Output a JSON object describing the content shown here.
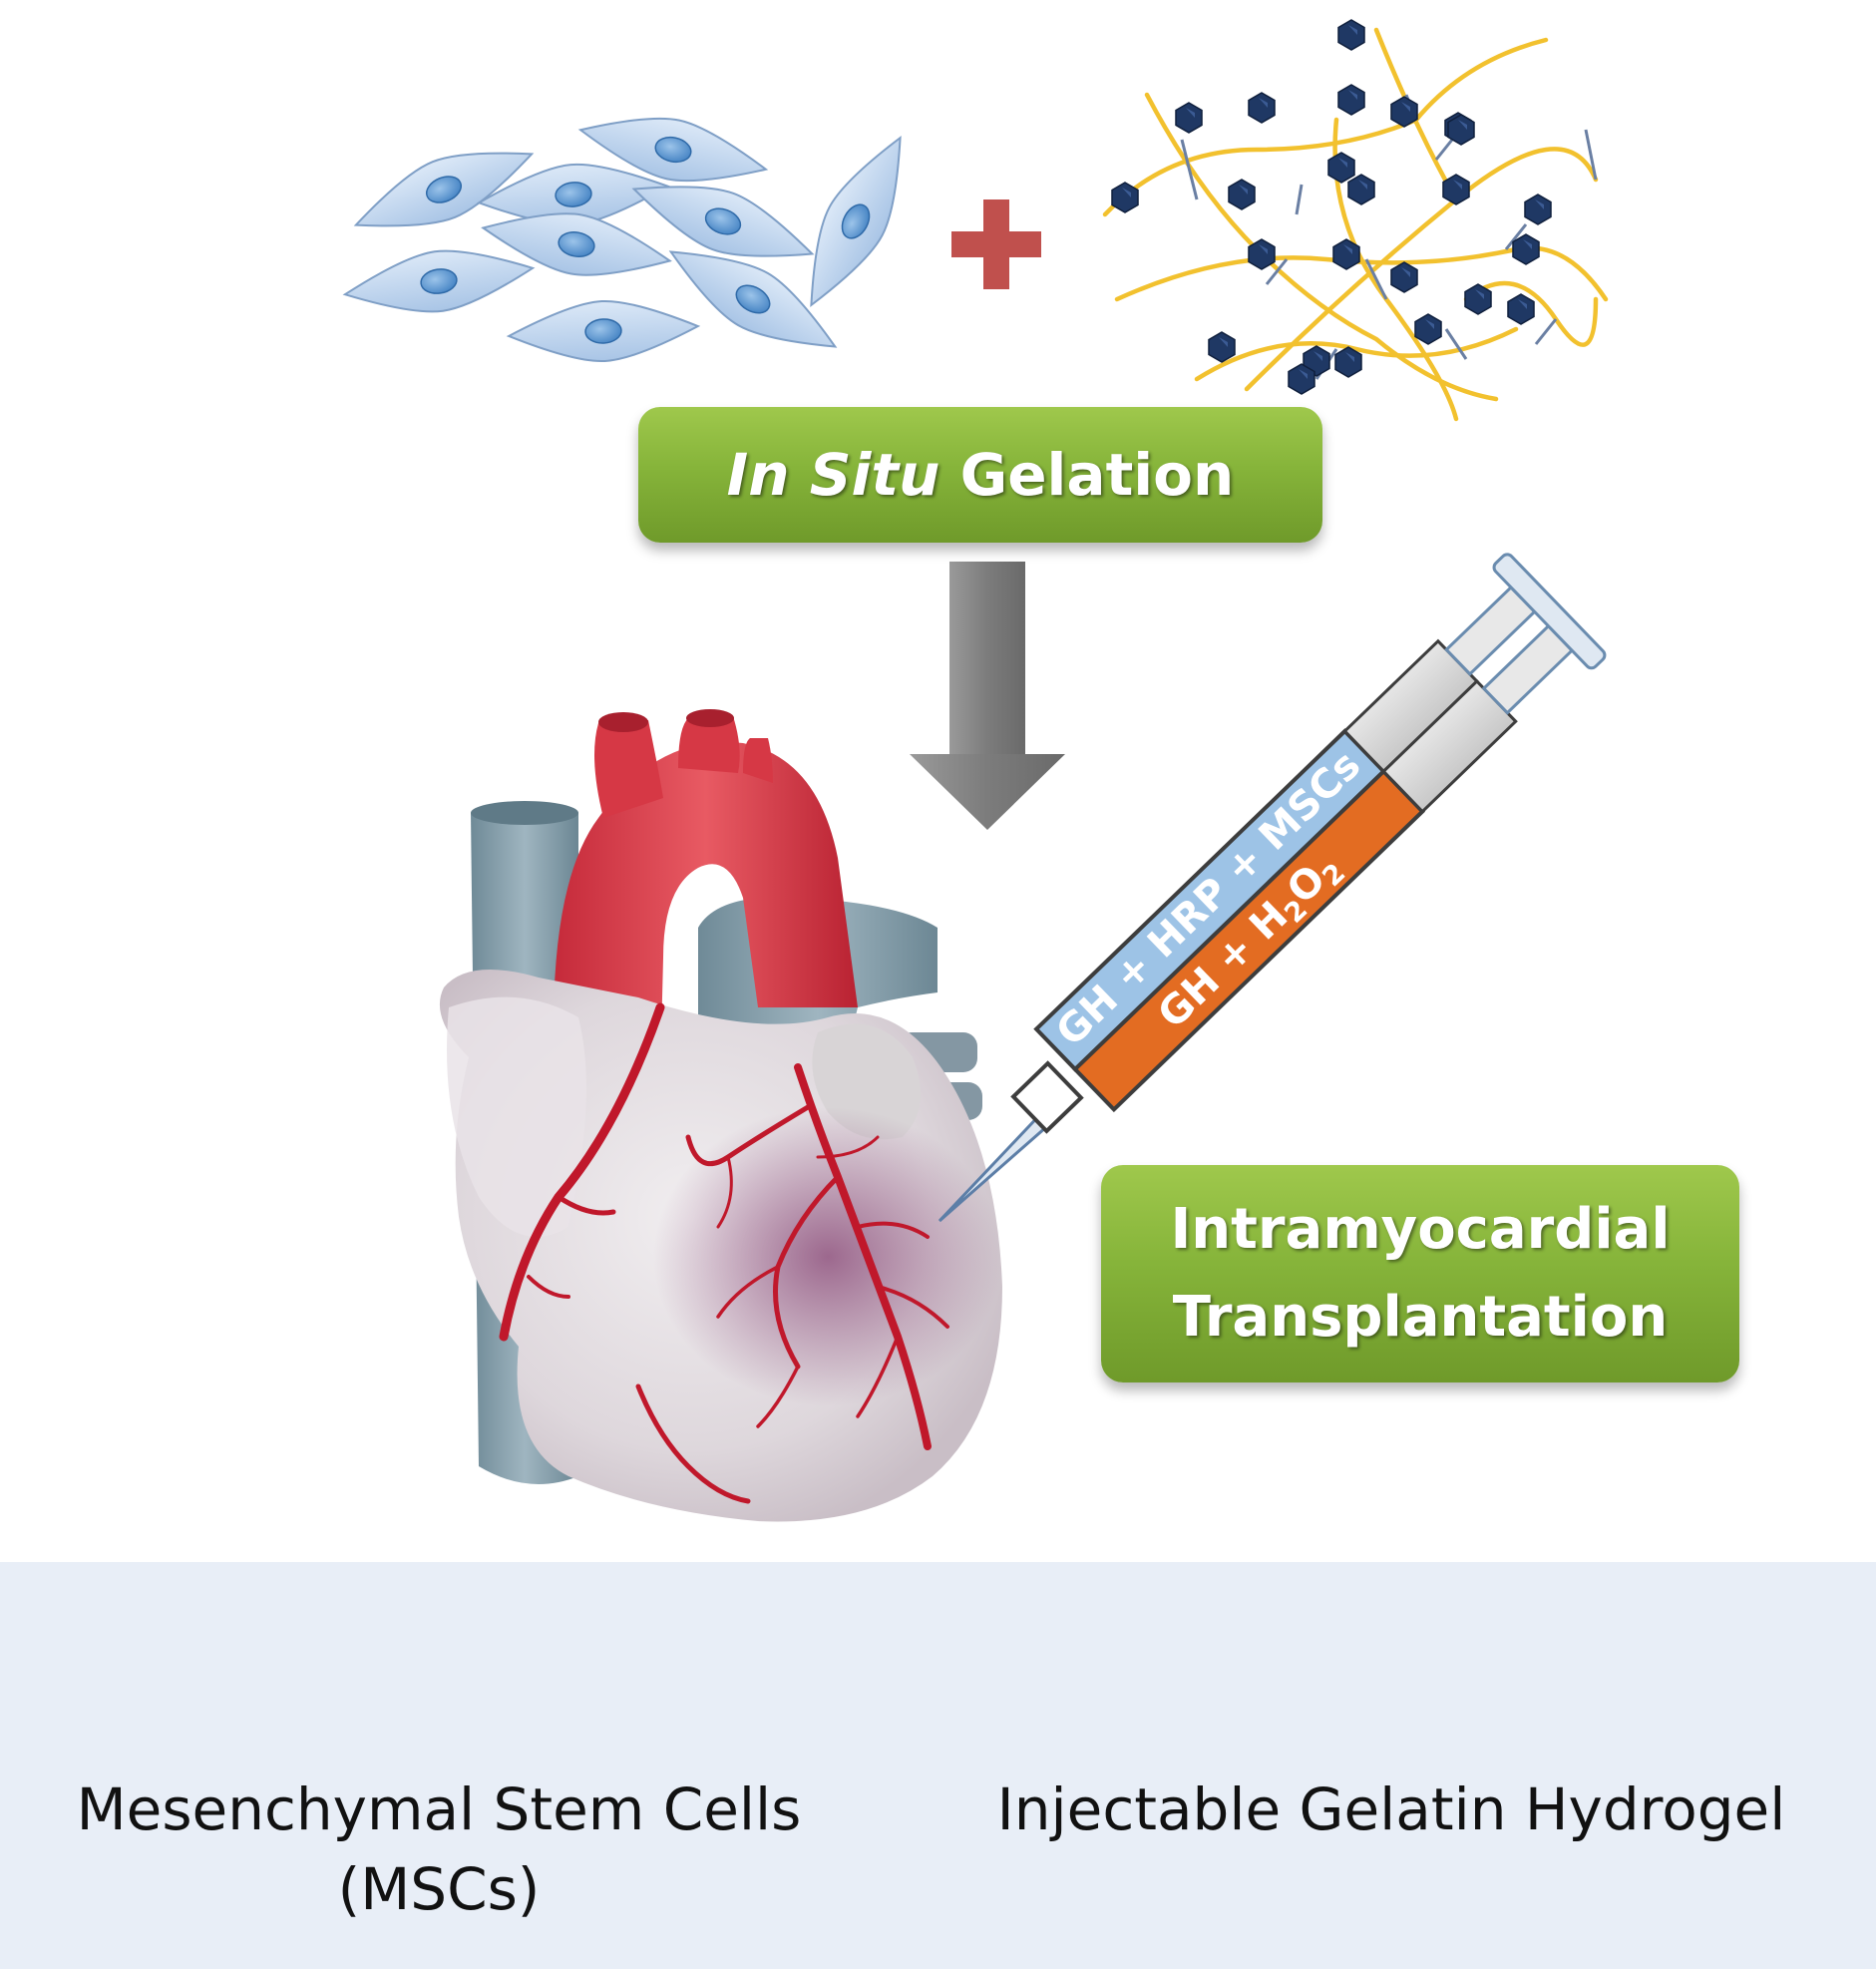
{
  "boxes": {
    "gelation": {
      "italic": "In Situ",
      "rest": "Gelation"
    },
    "transplant": {
      "line1": "Intramyocardial",
      "line2": "Transplantation"
    }
  },
  "syringe": {
    "upper_barrel": "GH + HRP + MSCs",
    "lower_barrel_prefix": "GH + H",
    "lower_barrel_sub1": "2",
    "lower_barrel_mid": "O",
    "lower_barrel_sub2": "2"
  },
  "legend": {
    "msc_line1": "Mesenchymal Stem Cells",
    "msc_line2": "(MSCs)",
    "gel": "Injectable Gelatin Hydrogel"
  },
  "colors": {
    "cell_fill": "#bcd3ee",
    "cell_nucleus": "#5b9bd5",
    "hydrogel_chain": "#f2c12e",
    "hydrogel_node": "#1f3864",
    "plus_sign": "#c0504d",
    "box_green": "#86b43a",
    "arrow_gray": "#808080",
    "barrel_blue": "#9dc3e6",
    "barrel_orange": "#e36c22",
    "heart_red": "#d63845",
    "legend_bg": "#e8eef7"
  }
}
